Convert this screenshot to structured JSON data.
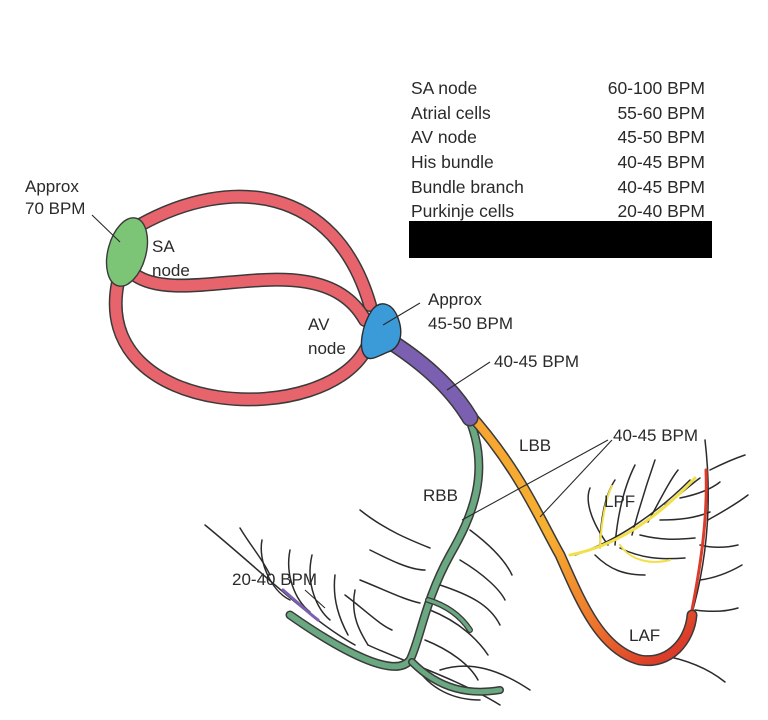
{
  "rate_table": {
    "rows": [
      {
        "site": "SA node",
        "rate": "60-100 BPM"
      },
      {
        "site": "Atrial cells",
        "rate": "55-60 BPM"
      },
      {
        "site": "AV node",
        "rate": "45-50 BPM"
      },
      {
        "site": "His bundle",
        "rate": "40-45 BPM"
      },
      {
        "site": "Bundle branch",
        "rate": "40-45 BPM"
      },
      {
        "site": "Purkinje cells",
        "rate": "20-40 BPM"
      }
    ]
  },
  "labels": {
    "sa_rate_line1": "Approx",
    "sa_rate_line2": "70 BPM",
    "sa_node_line1": "SA",
    "sa_node_line2": "node",
    "av_node_line1": "AV",
    "av_node_line2": "node",
    "av_rate_line1": "Approx",
    "av_rate_line2": "45-50 BPM",
    "his_rate": "40-45 BPM",
    "bundle_rate": "40-45 BPM",
    "lbb": "LBB",
    "rbb": "RBB",
    "lpf": "LPF",
    "laf": "LAF",
    "purkinje_rate": "20-40 BPM"
  },
  "colors": {
    "sa_node": "#7cc576",
    "atrial_pathways": "#e8646c",
    "av_node": "#3b9ad8",
    "his_bundle": "#7b5fb0",
    "right_bundle": "#6aa882",
    "left_bundle_upper": "#f5a432",
    "left_posterior_fascicle": "#f2e04a",
    "left_anterior_fascicle": "#dc3c2a"
  }
}
